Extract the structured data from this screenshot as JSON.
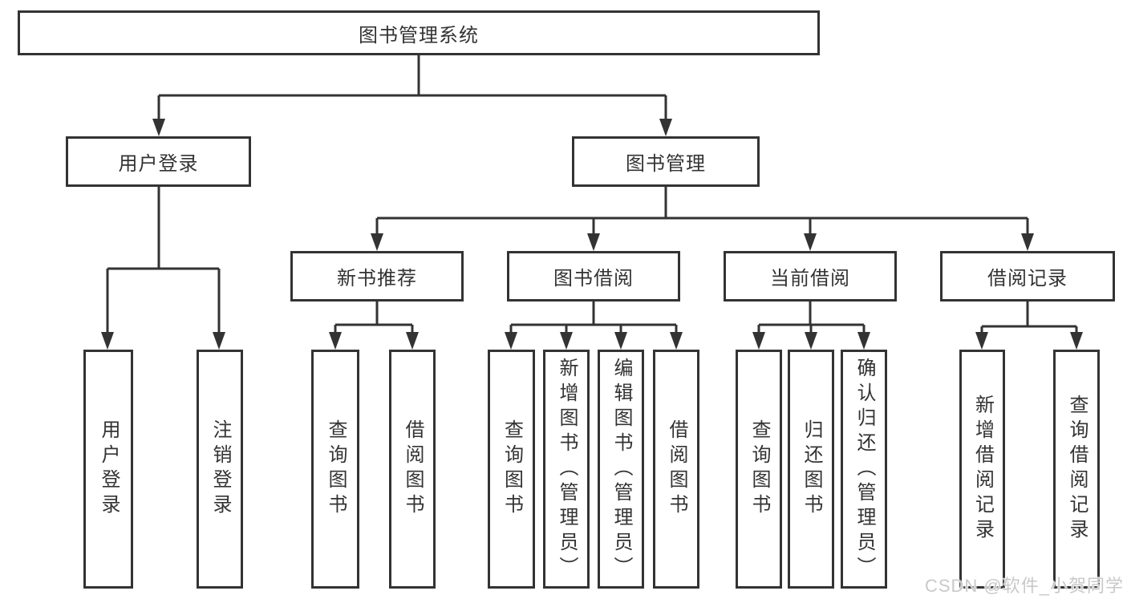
{
  "root": {
    "label": "图书管理系统"
  },
  "branches": [
    {
      "label": "用户登录",
      "children": [
        {
          "label": "用户登录"
        },
        {
          "label": "注销登录"
        }
      ]
    },
    {
      "label": "图书管理",
      "children": [
        {
          "label": "新书推荐",
          "children": [
            {
              "label": "查询图书"
            },
            {
              "label": "借阅图书"
            }
          ]
        },
        {
          "label": "图书借阅",
          "children": [
            {
              "label": "查询图书"
            },
            {
              "label": "新增图书（管理员）"
            },
            {
              "label": "编辑图书（管理员）"
            },
            {
              "label": "借阅图书"
            }
          ]
        },
        {
          "label": "当前借阅",
          "children": [
            {
              "label": "查询图书"
            },
            {
              "label": "归还图书"
            },
            {
              "label": "确认归还（管理员）"
            }
          ]
        },
        {
          "label": "借阅记录",
          "children": [
            {
              "label": "新增借阅记录"
            },
            {
              "label": "查询借阅记录"
            }
          ]
        }
      ]
    }
  ],
  "watermark": {
    "text": "CSDN @软件_小贺同学"
  },
  "colors": {
    "line": "#333333",
    "text": "#333333",
    "watermark": "#c9c9c9",
    "background": "#ffffff"
  }
}
